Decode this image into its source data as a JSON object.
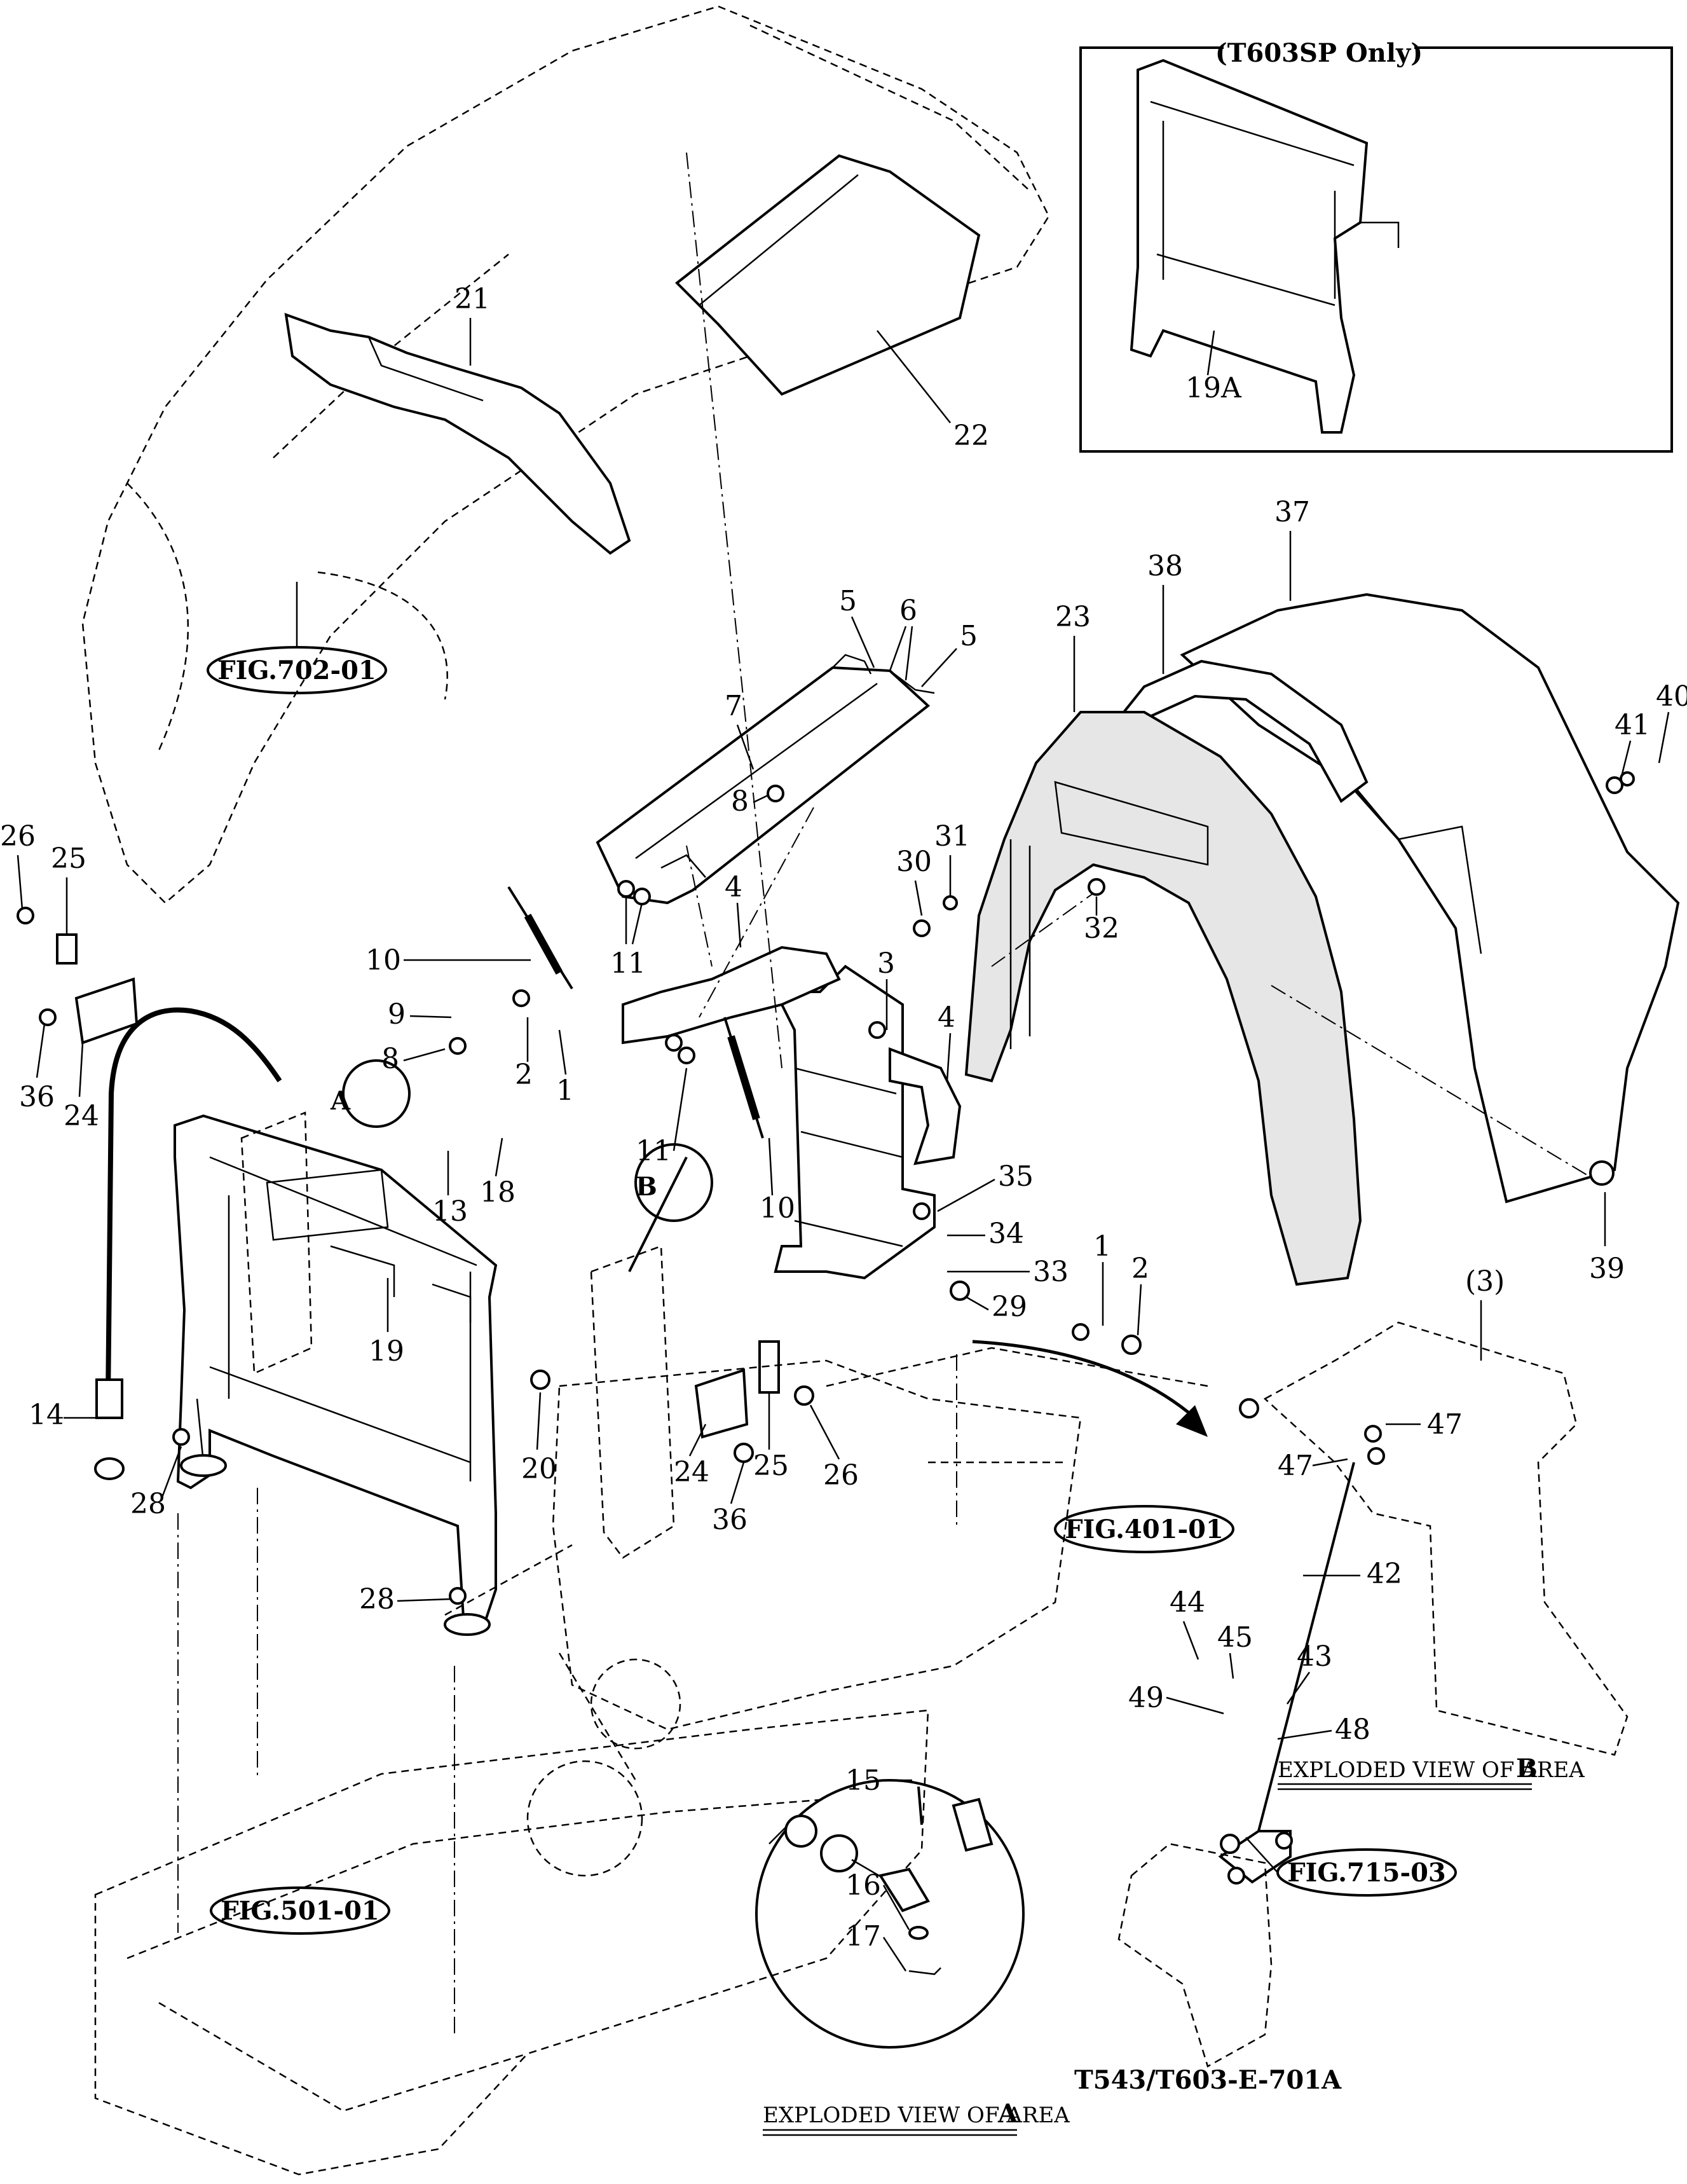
{
  "inset": {
    "title": "(T603SP Only)",
    "part": "19A"
  },
  "fig_refs": {
    "fig702": "FIG.702-01",
    "fig401": "FIG.401-01",
    "fig501": "FIG.501-01",
    "fig715": "FIG.715-03"
  },
  "area_markers": {
    "a": "A",
    "b": "B"
  },
  "captions": {
    "area_a": "EXPLODED VIEW OF AREA",
    "area_a_letter": "A",
    "area_b": "EXPLODED VIEW OF AREA",
    "area_b_letter": "B"
  },
  "drawing_code": "T543/T603-E-701A",
  "part_numbers": {
    "p1a": "1",
    "p1b": "1",
    "p2a": "2",
    "p2b": "2",
    "p3": "3",
    "p3ref": "(3)",
    "p4a": "4",
    "p4b": "4",
    "p5a": "5",
    "p5b": "5",
    "p6": "6",
    "p7": "7",
    "p8a": "8",
    "p8b": "8",
    "p9": "9",
    "p10a": "10",
    "p10b": "10",
    "p11a": "11",
    "p11b": "11",
    "p13": "13",
    "p14": "14",
    "p15": "15",
    "p16": "16",
    "p17": "17",
    "p18": "18",
    "p19": "19",
    "p20": "20",
    "p21": "21",
    "p22": "22",
    "p23": "23",
    "p24a": "24",
    "p24b": "24",
    "p25a": "25",
    "p25b": "25",
    "p26a": "26",
    "p26b": "26",
    "p28a": "28",
    "p28b": "28",
    "p29": "29",
    "p30": "30",
    "p31": "31",
    "p32": "32",
    "p33": "33",
    "p34": "34",
    "p35": "35",
    "p36a": "36",
    "p36b": "36",
    "p37": "37",
    "p38": "38",
    "p39": "39",
    "p40": "40",
    "p41": "41",
    "p42": "42",
    "p43": "43",
    "p44": "44",
    "p45": "45",
    "p47a": "47",
    "p47b": "47",
    "p48": "48",
    "p49": "49"
  }
}
